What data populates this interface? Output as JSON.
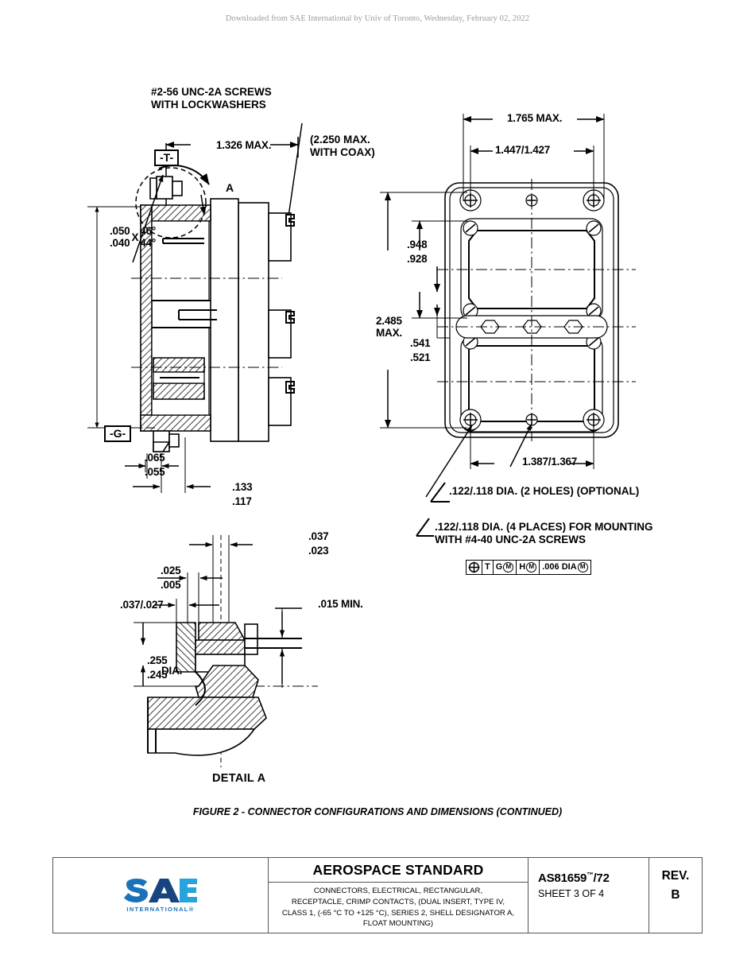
{
  "header": {
    "watermark": "Downloaded from SAE International by Univ of Toronto, Wednesday, February 02, 2022"
  },
  "figure": {
    "caption": "FIGURE 2 - CONNECTOR CONFIGURATIONS AND DIMENSIONS (CONTINUED)",
    "detail_label": "DETAIL A",
    "detail_balloon": "A"
  },
  "side_view": {
    "datum_t": "-T-",
    "datum_g": "-G-",
    "screw_note": "#2-56 UNC-2A SCREWS\nWITH LOCKWASHERS",
    "coax_note": "(2.250 MAX.\nWITH COAX)",
    "length_max": "1.326 MAX.",
    "chamfer_upper": ".050",
    "chamfer_lower": ".040",
    "chamfer_x": "X",
    "angle_upper": "46°",
    "angle_lower": "44°",
    "flange_thk_upper": ".065",
    "flange_thk_lower": ".055",
    "pin_upper": ".133",
    "pin_lower": ".117"
  },
  "front_view": {
    "width_max": "1.765 MAX.",
    "insert_width": "1.447/1.427",
    "height_max": "2.485\nMAX.",
    "insert_h_upper": ".948",
    "insert_h_lower": ".928",
    "gap_upper": ".541",
    "gap_lower": ".521",
    "hole_spacing": "1.387/1.367",
    "optional_holes_note": ".122/.118 DIA. (2 HOLES) (OPTIONAL)",
    "mounting_note": ".122/.118 DIA. (4 PLACES) FOR MOUNTING\nWITH #4-40 UNC-2A SCREWS",
    "gdt": {
      "symbol": "position-symbol",
      "tolerance": ".006 DIA",
      "tolerance_modifier": "M",
      "datums": [
        {
          "label": "T",
          "modifier": ""
        },
        {
          "label": "G",
          "modifier": "M"
        },
        {
          "label": "H",
          "modifier": "M"
        }
      ]
    }
  },
  "detail_a": {
    "top_upper": ".037",
    "top_lower": ".023",
    "mid_upper": ".025",
    "mid_lower": ".005",
    "left_dim": ".037/.027",
    "right_dim": ".015 MIN.",
    "dia_upper": ".255",
    "dia_lower": ".245",
    "dia_label": "DIA."
  },
  "title_block": {
    "logo_text": "SAE",
    "logo_sub": "INTERNATIONAL",
    "standard_type": "AEROSPACE STANDARD",
    "description": "CONNECTORS, ELECTRICAL, RECTANGULAR,\nRECEPTACLE, CRIMP CONTACTS, (DUAL INSERT, TYPE IV,\nCLASS 1, (-65 °C TO +125 °C), SERIES 2, SHELL DESIGNATOR A,\nFLOAT MOUNTING)",
    "doc_number": "AS81659",
    "doc_tm": "™",
    "doc_suffix": "/72",
    "sheet": "SHEET 3 OF 4",
    "rev_label": "REV.",
    "rev_value": "B"
  },
  "colors": {
    "sae_dark": "#1b4a8a",
    "sae_light": "#29a3dc",
    "ink": "#000000",
    "watermark": "#9a9a9a"
  }
}
